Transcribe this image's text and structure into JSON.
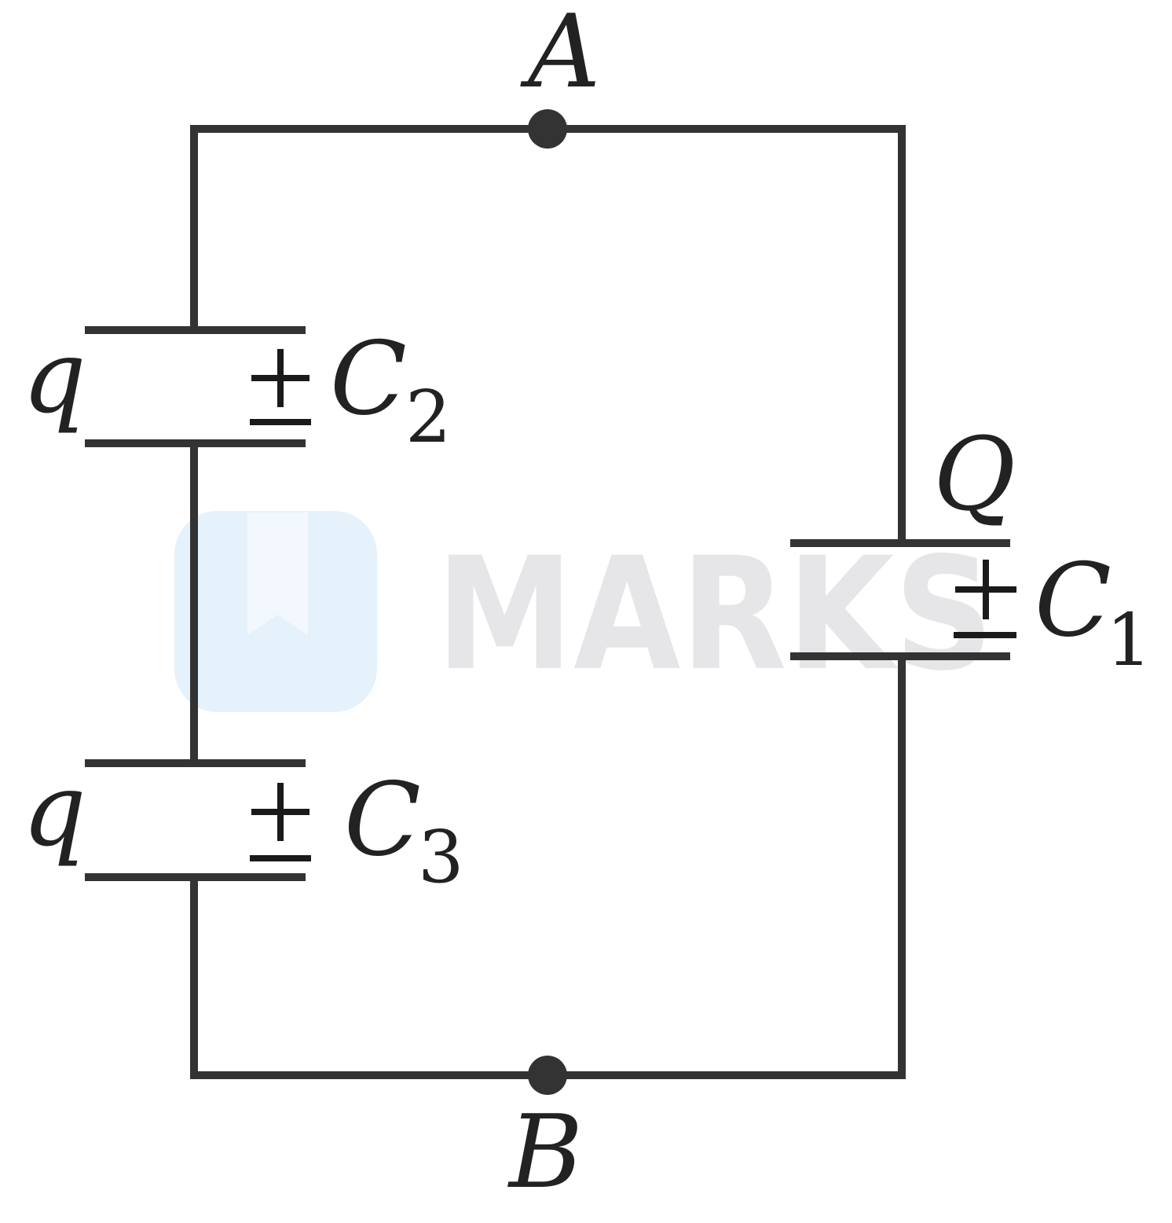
{
  "watermark": {
    "text": "MARKS",
    "logo_color": "#e6f2fb",
    "text_color": "#e6e6e8"
  },
  "nodes": {
    "top": "A",
    "bottom": "B"
  },
  "capacitors": {
    "c1": {
      "name": "C",
      "index": "1",
      "charge": "Q",
      "sign": "±"
    },
    "c2": {
      "name": "C",
      "index": "2",
      "charge": "q",
      "sign": "±"
    },
    "c3": {
      "name": "C",
      "index": "3",
      "charge": "q",
      "sign": "±"
    }
  },
  "colors": {
    "wire": "#333333",
    "background": "#ffffff"
  }
}
